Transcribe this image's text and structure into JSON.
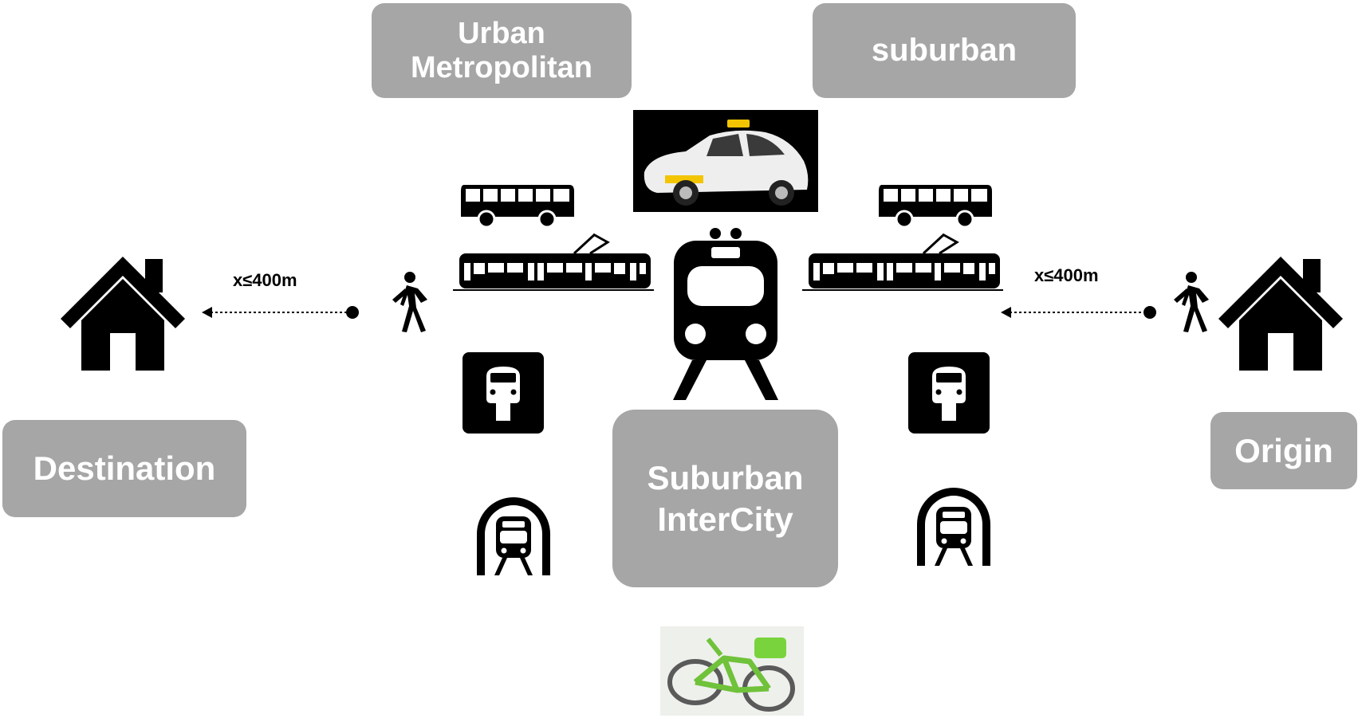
{
  "labels": {
    "urban_metropolitan": [
      "Urban",
      "Metropolitan"
    ],
    "suburban_top": "suburban",
    "destination": "Destination",
    "origin": "Origin",
    "suburban_intercity": [
      "Suburban",
      "InterCity"
    ]
  },
  "distances": {
    "left": "x≤400m",
    "right": "x≤400m"
  },
  "icons": {
    "houses": [
      "house-icon",
      "house-icon"
    ],
    "walkers": [
      "pedestrian-icon",
      "pedestrian-icon"
    ],
    "buses": [
      "bus-icon",
      "bus-icon"
    ],
    "trams": [
      "tram-icon",
      "tram-icon"
    ],
    "metro": [
      "metro-icon",
      "metro-icon"
    ],
    "tunnel_trains": [
      "tunnel-train-icon",
      "tunnel-train-icon"
    ],
    "center": [
      "train-front-icon",
      "taxi-photo",
      "bike-share-photo"
    ]
  },
  "colors": {
    "label_box": "#a6a6a6",
    "label_text": "#ffffff",
    "icon": "#000000"
  }
}
